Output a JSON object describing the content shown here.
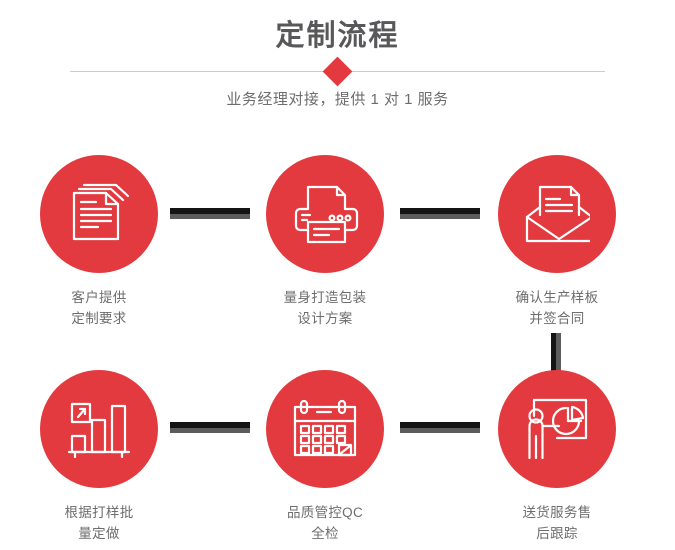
{
  "header": {
    "title": "定制流程",
    "subtitle": "业务经理对接，提供 1 对 1 服务",
    "divider_icon": "diamond-icon",
    "accent_color": "#e23a3e",
    "title_color": "#58585a",
    "text_color": "#6d6d6f",
    "divider_color": "#cccccc"
  },
  "flow": {
    "connector_dark_color": "#141414",
    "connector_light_color": "#5c5c5c",
    "steps": [
      {
        "index": 1,
        "icon": "documents-stack-icon",
        "caption": "客户提供\n定制要求",
        "caption_line1": "客户提供",
        "caption_line2": "定制要求"
      },
      {
        "index": 2,
        "icon": "printer-icon",
        "caption": "量身打造包装\n设计方案",
        "caption_line1": "量身打造包装",
        "caption_line2": "设计方案"
      },
      {
        "index": 3,
        "icon": "envelope-letter-icon",
        "caption": "确认生产样板\n并签合同",
        "caption_line1": "确认生产样板",
        "caption_line2": "并签合同"
      },
      {
        "index": 4,
        "icon": "bar-chart-growth-icon",
        "caption": "根据打样批\n量定做",
        "caption_line1": "根据打样批",
        "caption_line2": "量定做"
      },
      {
        "index": 5,
        "icon": "calendar-check-icon",
        "caption": "品质管控QC\n全检",
        "caption_line1": "品质管控QC",
        "caption_line2": "全检"
      },
      {
        "index": 6,
        "icon": "presenter-piechart-icon",
        "caption": "送货服务售\n后跟踪",
        "caption_line1": "送货服务售",
        "caption_line2": "后跟踪"
      }
    ],
    "connectors": [
      {
        "name": "connector-step1-step2",
        "orientation": "horizontal"
      },
      {
        "name": "connector-step2-step3",
        "orientation": "horizontal"
      },
      {
        "name": "connector-step3-step6",
        "orientation": "vertical"
      },
      {
        "name": "connector-step4-step5",
        "orientation": "horizontal"
      },
      {
        "name": "connector-step5-step6",
        "orientation": "horizontal"
      }
    ]
  }
}
